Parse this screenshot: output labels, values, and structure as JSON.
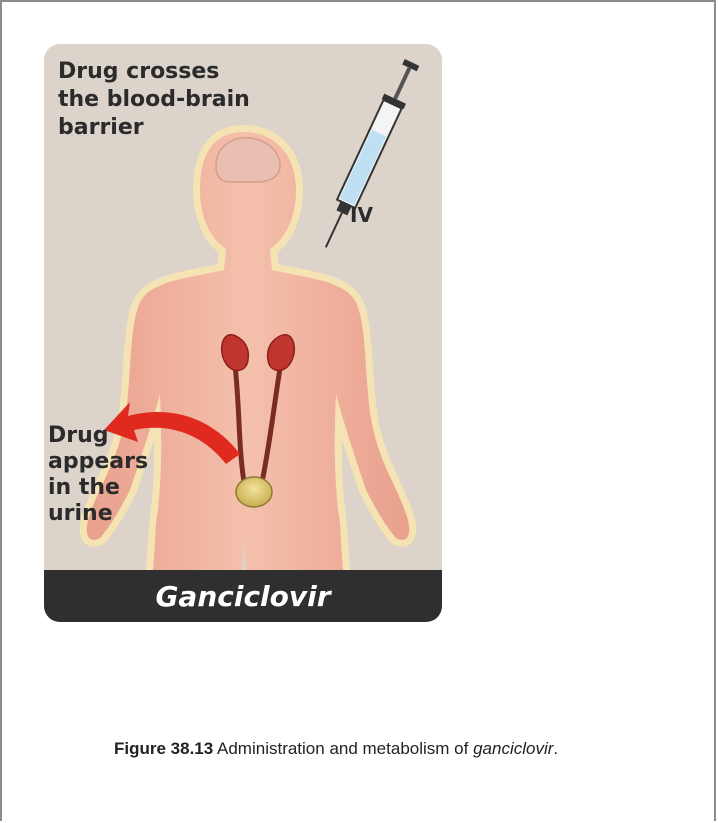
{
  "figure": {
    "top_label_lines": [
      "Drug crosses",
      "the blood-brain",
      "barrier"
    ],
    "route_label": "IV",
    "bottom_label_lines": [
      "Drug",
      "appears",
      "in the",
      "urine"
    ],
    "drug_name": "Ganciclovir",
    "colors": {
      "panel_background": "#dcd3cb",
      "body_skin": "#f0b09b",
      "body_glow": "#f6e3b4",
      "kidney": "#c0352e",
      "arrow": "#e02a20",
      "syringe_fluid": "#bfe0f2",
      "banner": "#2f2f2f"
    }
  },
  "caption": {
    "label": "Figure 38.13",
    "text_before": " Administration and metabolism of ",
    "drug": "ganciclovir",
    "text_after": "."
  }
}
